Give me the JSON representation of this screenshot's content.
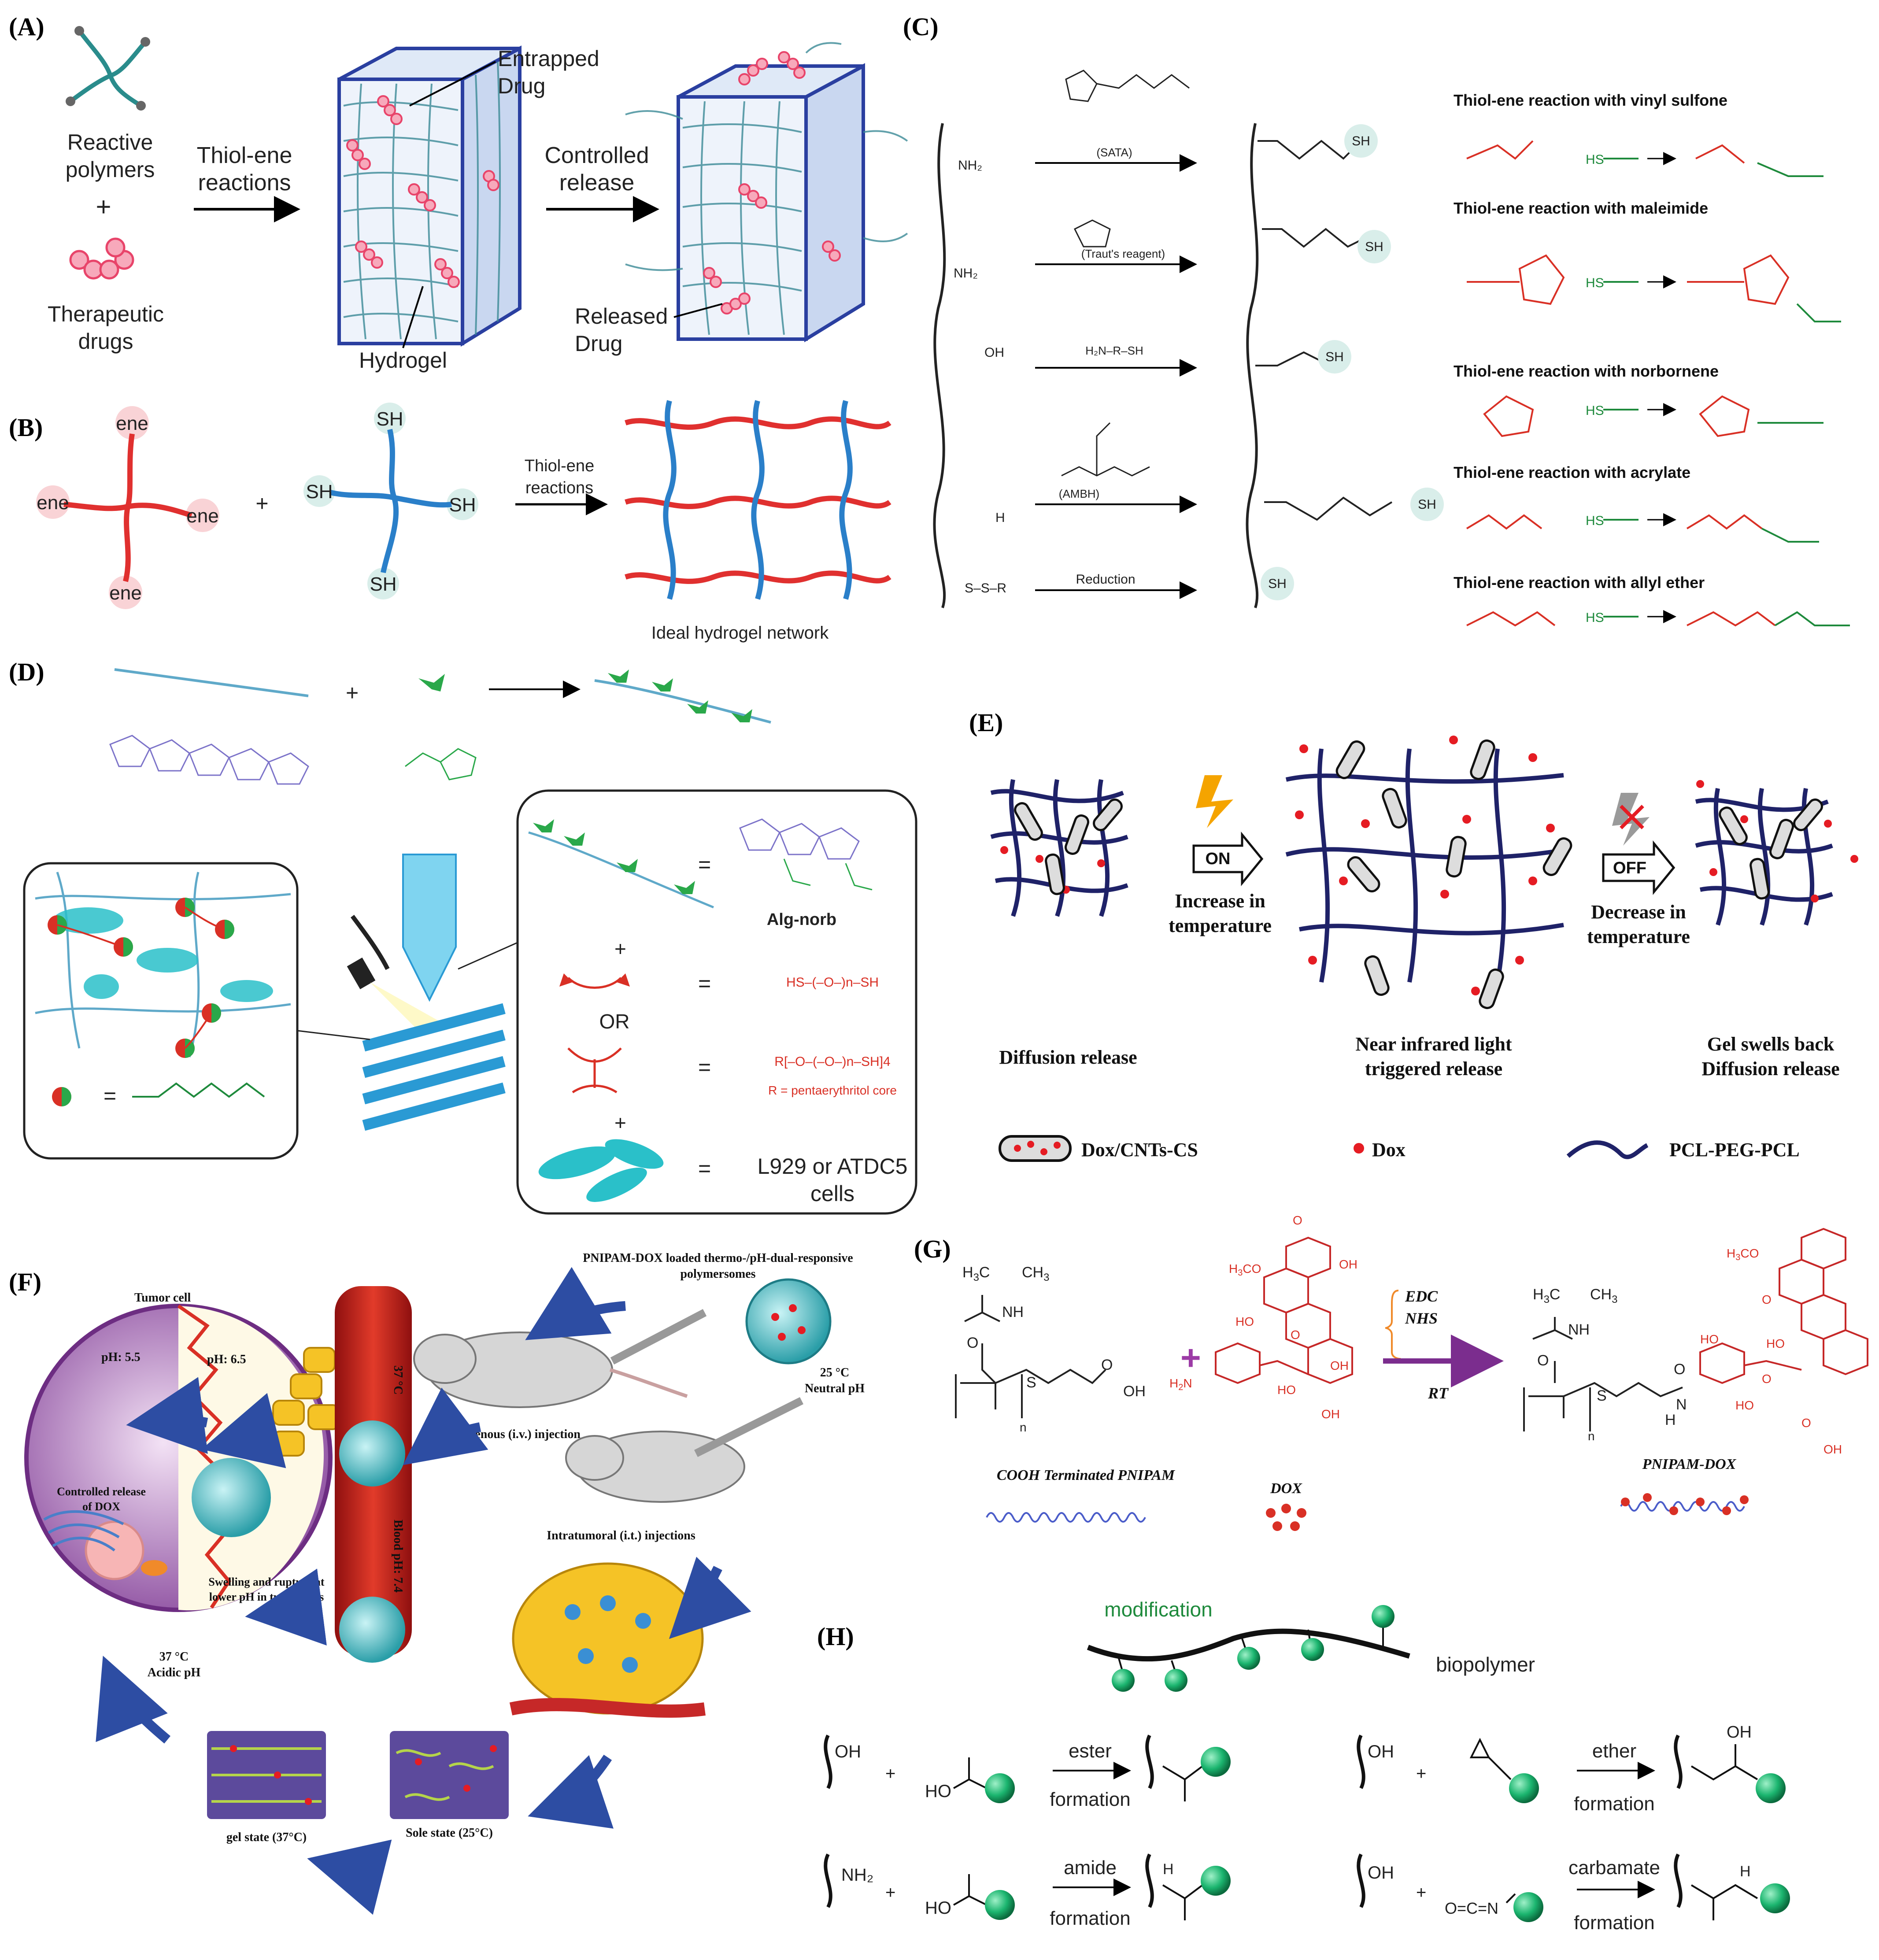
{
  "panels": {
    "A": {
      "label": "(A)",
      "reactive_polymers": "Reactive polymers",
      "plus": "+",
      "therapeutic_drugs": "Therapeutic drugs",
      "arrow1": "Thiol-ene reactions",
      "entrapped_drug": "Entrapped Drug",
      "hydrogel": "Hydrogel",
      "arrow2": "Controlled release",
      "released_drug": "Released Drug"
    },
    "B": {
      "label": "(B)",
      "ene": "ene",
      "sh": "SH",
      "plus": "+",
      "arrow": "Thiol-ene reactions",
      "network": "Ideal hydrogel network"
    },
    "C": {
      "label": "(C)",
      "reagents": [
        "(SATA)",
        "(Traut's reagent)",
        "H₂N–R–SH",
        "(AMBH)",
        "Reduction"
      ],
      "substrates": [
        "NH₂",
        "NH₂",
        "OH",
        "H",
        "S–S–R"
      ],
      "products_sh": "SH",
      "reactions": [
        "Thiol-ene reaction with vinyl sulfone",
        "Thiol-ene reaction with maleimide",
        "Thiol-ene reaction with norbornene",
        "Thiol-ene reaction with acrylate",
        "Thiol-ene reaction with allyl ether"
      ],
      "hs": "HS"
    },
    "D": {
      "label": "(D)",
      "equals": "=",
      "plus": "+",
      "or": "OR",
      "alg_norb": "Alg-norb",
      "peg_dithiol": "HS–(–O–)n–SH",
      "peg_4arm": "R[–O–(–O–)n–SH]4",
      "r_note": "R = pentaerythritol core",
      "cells": "L929 or ATDC5 cells"
    },
    "E": {
      "label": "(E)",
      "on": "ON",
      "off": "OFF",
      "increase": "Increase in temperature",
      "decrease": "Decrease in temperature",
      "diffusion": "Diffusion release",
      "nir": "Near infrared light triggered release",
      "swells": "Gel swells back Diffusion release",
      "legend": [
        "Dox/CNTs-CS",
        "Dox",
        "PCL-PEG-PCL"
      ]
    },
    "F": {
      "label": "(F)",
      "polymersomes": "PNIPAM-DOX loaded thermo-/pH-dual-responsive polymersomes",
      "tumor_cell": "Tumor cell",
      "ph55": "pH: 5.5",
      "ph65": "pH: 6.5",
      "temp37": "37 °C",
      "blood": "Blood pH: 7.4",
      "controlled": "Controlled release of DOX",
      "swelling": "Swelling and rupture at lower pH in tumor cells",
      "acidic": "37 °C Acidic pH",
      "neutral": "25 °C Neutral pH",
      "iv": "Intravenous (i.v.) injection",
      "it": "Intratumoral (i.t.) injections",
      "gel": "gel state (37°C)",
      "sole": "Sole state (25°C)"
    },
    "G": {
      "label": "(G)",
      "edc": "EDC",
      "nhs": "NHS",
      "rt": "RT",
      "pnipam": "COOH Terminated PNIPAM",
      "dox": "DOX",
      "product": "PNIPAM-DOX"
    },
    "H": {
      "label": "(H)",
      "modification": "modification",
      "biopolymer": "biopolymer",
      "ester": [
        "ester",
        "formation"
      ],
      "ether": [
        "ether",
        "formation"
      ],
      "amide": [
        "amide",
        "formation"
      ],
      "carbamate": [
        "carbamate",
        "formation"
      ],
      "oh": "OH",
      "nh2": "NH₂",
      "ho": "HO"
    }
  }
}
